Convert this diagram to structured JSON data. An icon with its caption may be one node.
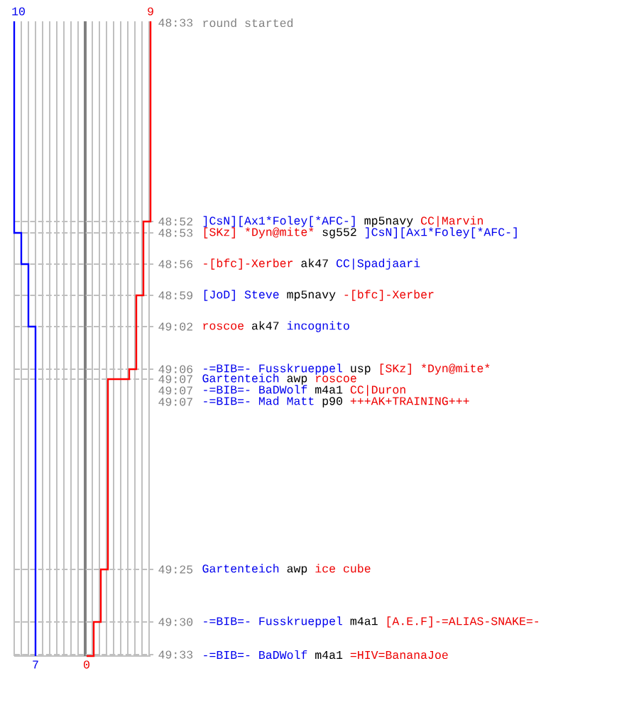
{
  "diagram": {
    "labels": [
      "10",
      "9",
      "48:33",
      "round started",
      "48:52",
      "]CsN][Ax1*Foley[*AFC-]",
      "mp5navy",
      "CC|Marvin",
      "48:53",
      "[SKz] *Dyn@mite*",
      "sg552",
      "]CsN][Ax1*Foley[*AFC-]",
      "48:56",
      "-[bfc]-Xerber",
      "ak47",
      "CC|Spadjaari",
      "48:59",
      "[JoD] Steve",
      "mp5navy",
      "-[bfc]-Xerber",
      "49:02",
      "roscoe",
      "ak47",
      "incognito",
      "49:06",
      "-=BIB=- Fusskrueppel",
      "usp",
      "[SKz] *Dyn@mite*",
      "49:07",
      "Gartenteich",
      "awp",
      "roscoe",
      "49:07",
      "-=BIB=- BaDWolf",
      "m4a1",
      "CC|Duron",
      "49:07",
      "-=BIB=- Mad Matt",
      "p90",
      "+++AK+TRAINING+++",
      "49:25",
      "Gartenteich",
      "awp",
      "ice cube",
      "49:30",
      "-=BIB=- Fusskrueppel",
      "m4a1",
      "[A.E.F]-=ALIAS-SNAKE=-",
      "49:33",
      "-=BIB=- BaDWolf",
      "m4a1",
      "=HIV=BananaJoe",
      "7",
      "0"
    ]
  }
}
